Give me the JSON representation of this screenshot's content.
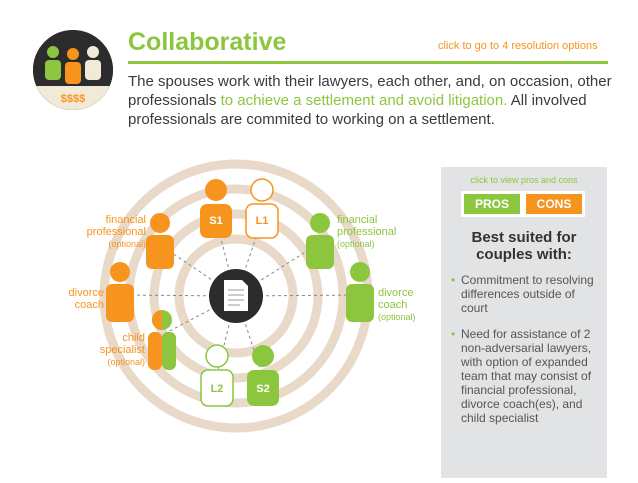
{
  "header": {
    "title": "Collaborative",
    "link": "click to go to 4 resolution options",
    "logo_money": "$$$$"
  },
  "description": {
    "part1": "The spouses work with their lawyers, each other, and, on occasion, other professionals ",
    "highlight": "to achieve a settlement and avoid litigation.",
    "part2": " All involved professionals are commited to working on a settlement."
  },
  "diagram": {
    "people": {
      "s1": "S1",
      "l1": "L1",
      "l2": "L2",
      "s2": "S2"
    },
    "labels": {
      "fin_left_1": "financial",
      "fin_left_2": "professional",
      "fin_left_opt": "(optional)",
      "fin_right_1": "financial",
      "fin_right_2": "professional",
      "fin_right_opt": "(optional)",
      "coach_left_1": "divorce",
      "coach_left_2": "coach",
      "coach_right_1": "divorce",
      "coach_right_2": "coach",
      "coach_right_opt": "(optional)",
      "child_1": "child",
      "child_2": "specialist",
      "child_opt": "(optional)"
    }
  },
  "panel": {
    "hint": "click to view pros and cons",
    "pros": "PROS",
    "cons": "CONS",
    "heading_1": "Best suited for",
    "heading_2": "couples with:",
    "items": [
      "Commitment to resolving differences outside of court",
      "Need for assistance of 2 non-adversarial lawyers, with option of expanded team that may consist of financial professional, divorce coach(es), and child specialist"
    ]
  },
  "colors": {
    "green": "#8cc63f",
    "orange": "#f7941d",
    "ring": "#e8d9c8",
    "panel_bg": "#e2e3e4"
  }
}
